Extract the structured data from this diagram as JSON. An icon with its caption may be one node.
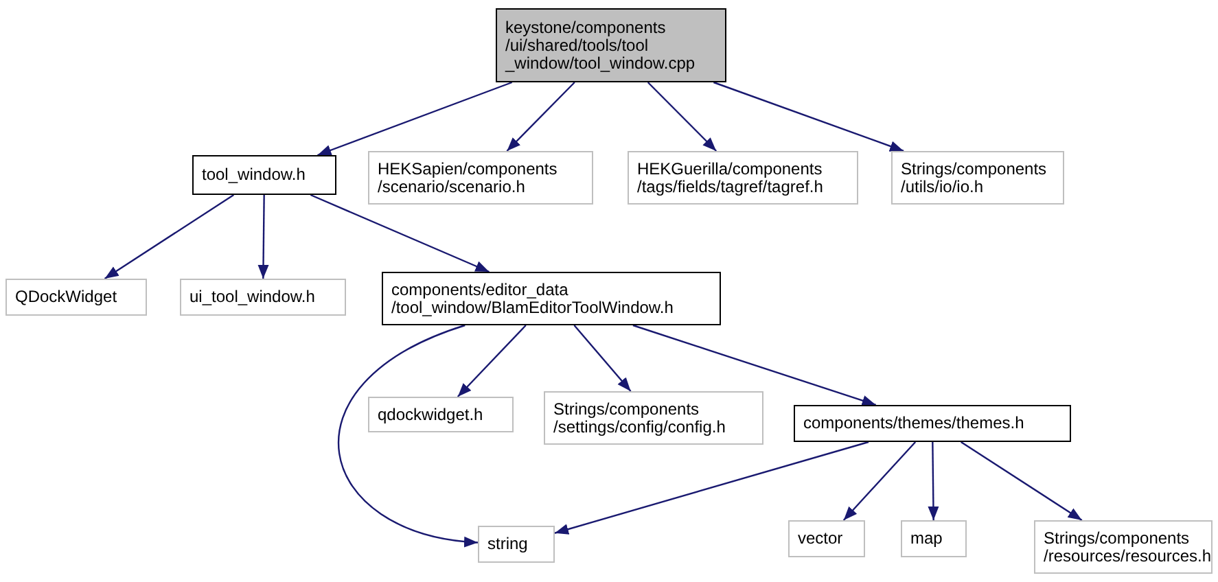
{
  "diagram": {
    "nodes": [
      {
        "text": [
          "keystone/components /ui/shared/tools/tool _window/tool_window.cpp"
        ]
      },
      {
        "text": [
          "tool_window.h"
        ]
      },
      {
        "text": [
          "HEKSapien/components /scenario/scenario.h"
        ]
      },
      {
        "text": [
          "HEKGuerilla/components /tags/fields/tagref/tagref.h"
        ]
      },
      {
        "text": [
          "Strings/components /utils/io/io.h"
        ]
      },
      {
        "text": [
          "QDockWidget"
        ]
      },
      {
        "text": [
          "ui_tool_window.h"
        ]
      },
      {
        "text": [
          "components/editor_data /tool_window/BlamEditorToolWindow.h"
        ]
      },
      {
        "text": [
          "qdockwidget.h"
        ]
      },
      {
        "text": [
          "Strings/components /settings/config/config.h"
        ]
      },
      {
        "text": [
          "components/themes/themes.h"
        ]
      },
      {
        "text": [
          "string"
        ]
      },
      {
        "text": [
          "vector"
        ]
      },
      {
        "text": [
          "map"
        ]
      },
      {
        "text": [
          "Strings/components /resources/resources.h"
        ]
      }
    ],
    "edges": [
      {
        "from": 0,
        "to": 1,
        "arrow": "to"
      },
      {
        "from": 0,
        "to": 2,
        "arrow": "to"
      },
      {
        "from": 0,
        "to": 3,
        "arrow": "to"
      },
      {
        "from": 0,
        "to": 4,
        "arrow": "to"
      },
      {
        "from": 1,
        "to": 5,
        "arrow": "to"
      },
      {
        "from": 1,
        "to": 6,
        "arrow": "to"
      },
      {
        "from": 1,
        "to": 7,
        "arrow": "to"
      },
      {
        "from": 7,
        "to": 11,
        "arrow": "to"
      },
      {
        "from": 7,
        "to": 8,
        "arrow": "to"
      },
      {
        "from": 7,
        "to": 9,
        "arrow": "to"
      },
      {
        "from": 7,
        "to": 10,
        "arrow": "to"
      },
      {
        "from": 10,
        "to": 11,
        "arrow": "to"
      },
      {
        "from": 10,
        "to": 12,
        "arrow": "to"
      },
      {
        "from": 10,
        "to": 13,
        "arrow": "to"
      },
      {
        "from": 10,
        "to": 14,
        "arrow": "to"
      }
    ]
  }
}
